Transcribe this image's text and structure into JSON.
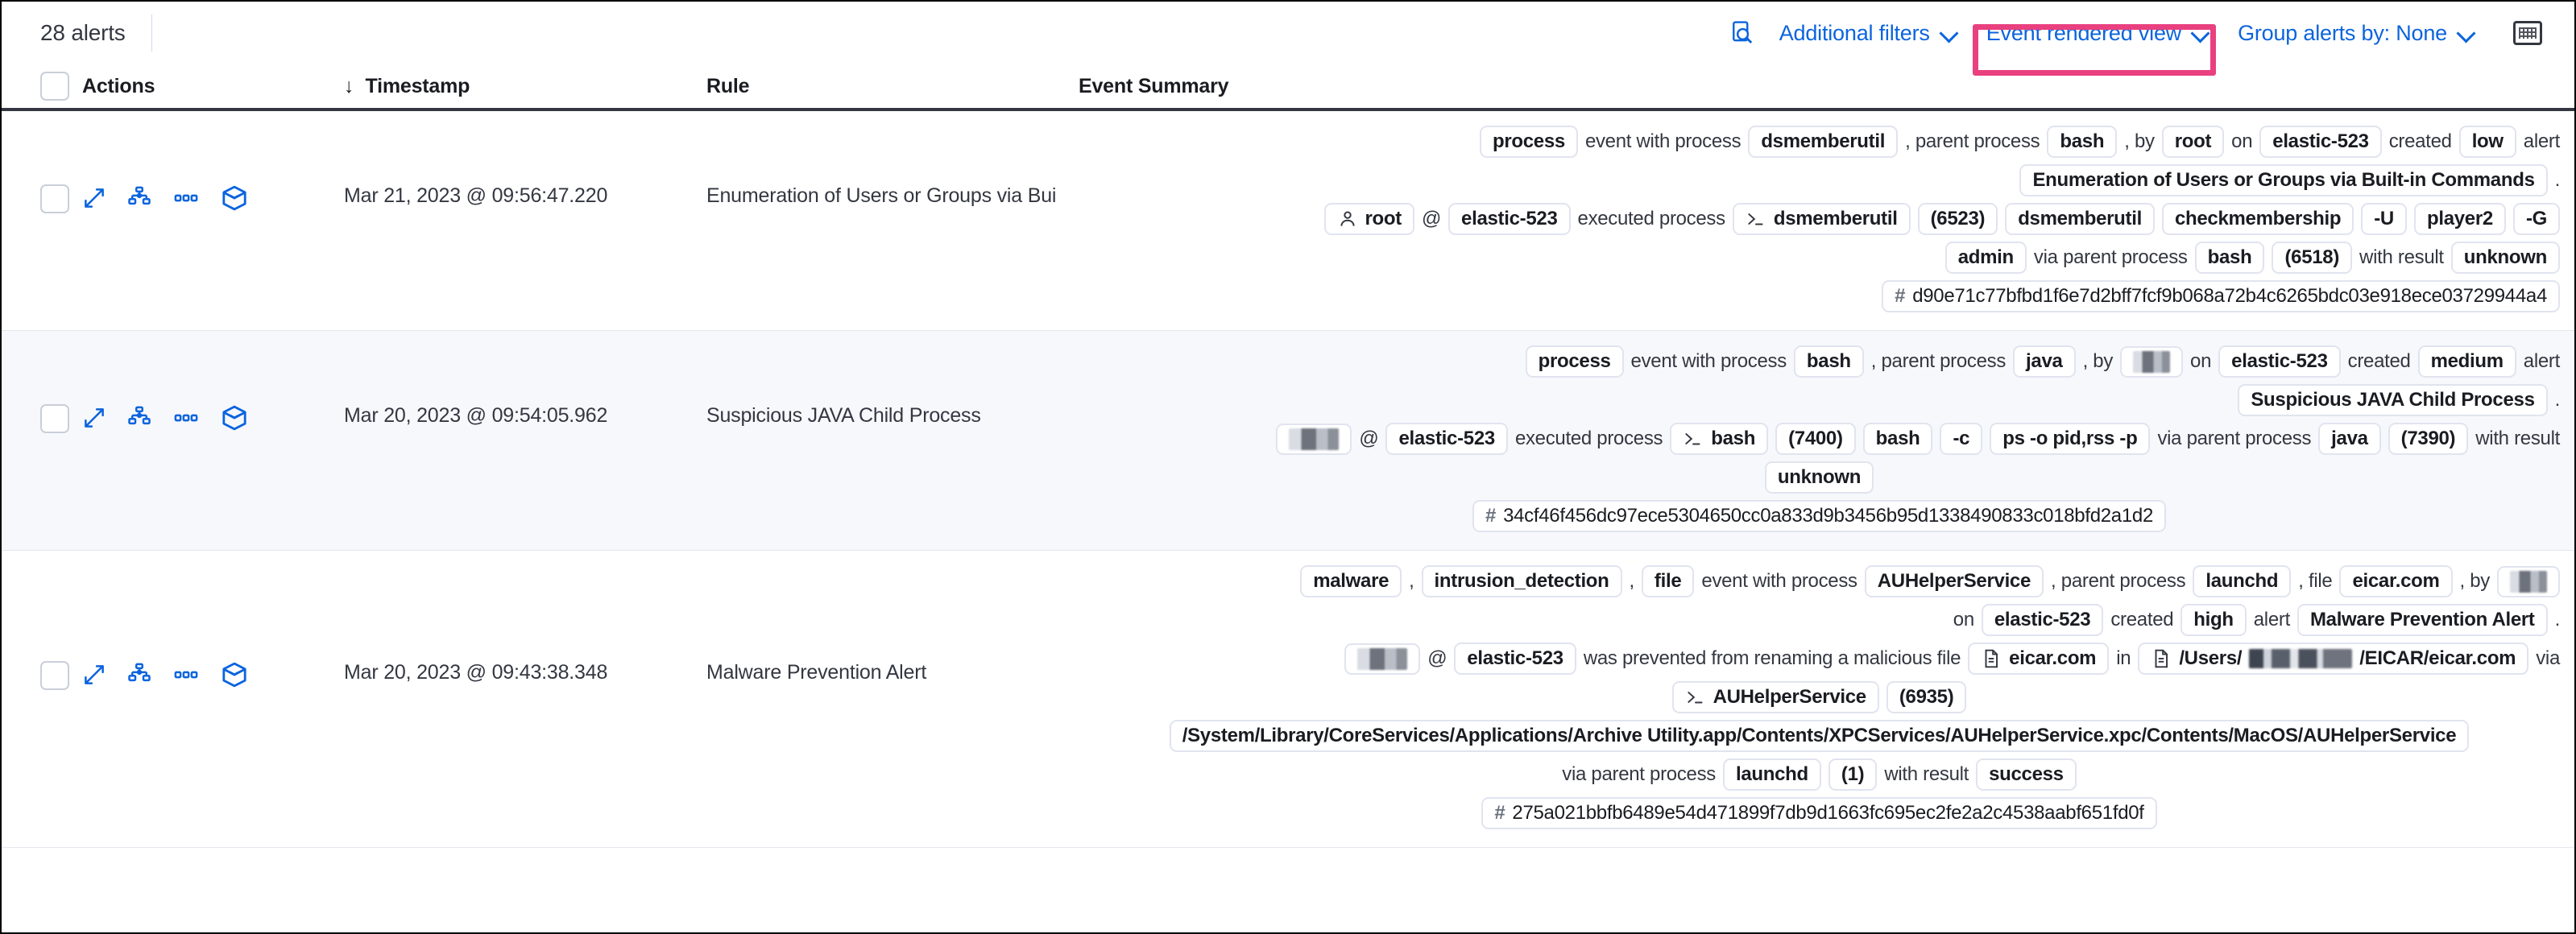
{
  "toolbar": {
    "alert_count": "28 alerts",
    "search_icon": "inspect-search-icon",
    "additional_filters": "Additional filters",
    "event_rendered_view": "Event rendered view",
    "group_alerts_by": "Group alerts by: None",
    "keyboard_icon": "keyboard-shortcuts-icon",
    "highlight_color": "#e9407f",
    "link_color": "#0b64dd"
  },
  "table": {
    "headers": {
      "actions": "Actions",
      "timestamp": "Timestamp",
      "rule": "Rule",
      "event_summary": "Event Summary",
      "sort_arrow": "↓"
    },
    "row_icons": [
      "expand-icon",
      "analyze-event-icon",
      "more-actions-icon",
      "session-view-icon"
    ],
    "rows": [
      {
        "timestamp": "Mar 21, 2023 @ 09:56:47.220",
        "rule": "Enumeration of Users or Groups via Bui",
        "summary_lines": [
          {
            "align": "right",
            "parts": [
              {
                "t": "chip",
                "v": "process"
              },
              {
                "t": "txt",
                "v": "event with process"
              },
              {
                "t": "chip",
                "v": "dsmemberutil"
              },
              {
                "t": "txt",
                "v": ", parent process"
              },
              {
                "t": "chip",
                "v": "bash"
              },
              {
                "t": "txt",
                "v": ", by"
              },
              {
                "t": "chip",
                "v": "root"
              },
              {
                "t": "txt",
                "v": "on"
              },
              {
                "t": "chip",
                "v": "elastic-523"
              },
              {
                "t": "txt",
                "v": "created"
              },
              {
                "t": "chip",
                "v": "low"
              },
              {
                "t": "txt",
                "v": "alert"
              }
            ]
          },
          {
            "align": "right",
            "parts": [
              {
                "t": "chip",
                "v": "Enumeration of Users or Groups via Built-in Commands"
              },
              {
                "t": "txt",
                "v": "."
              }
            ]
          },
          {
            "align": "right",
            "parts": [
              {
                "t": "chip",
                "v": "root",
                "icon": "user-icon"
              },
              {
                "t": "txt",
                "v": "@"
              },
              {
                "t": "chip",
                "v": "elastic-523"
              },
              {
                "t": "txt",
                "v": "executed process"
              },
              {
                "t": "chip",
                "v": "dsmemberutil",
                "icon": "console-icon"
              },
              {
                "t": "chip",
                "v": "(6523)"
              },
              {
                "t": "chip",
                "v": "dsmemberutil"
              },
              {
                "t": "chip",
                "v": "checkmembership"
              },
              {
                "t": "chip",
                "v": "-U"
              },
              {
                "t": "chip",
                "v": "player2"
              },
              {
                "t": "chip",
                "v": "-G"
              }
            ]
          },
          {
            "align": "right",
            "parts": [
              {
                "t": "chip",
                "v": "admin"
              },
              {
                "t": "txt",
                "v": "via parent process"
              },
              {
                "t": "chip",
                "v": "bash"
              },
              {
                "t": "chip",
                "v": "(6518)"
              },
              {
                "t": "txt",
                "v": "with result"
              },
              {
                "t": "chip",
                "v": "unknown"
              }
            ]
          },
          {
            "align": "right",
            "parts": [
              {
                "t": "hash",
                "v": "d90e71c77bfbd1f6e7d2bff7fcf9b068a72b4c6265bdc03e918ece03729944a4"
              }
            ]
          }
        ]
      },
      {
        "timestamp": "Mar 20, 2023 @ 09:54:05.962",
        "rule": "Suspicious JAVA Child Process",
        "summary_lines": [
          {
            "align": "right",
            "parts": [
              {
                "t": "chip",
                "v": "process"
              },
              {
                "t": "txt",
                "v": "event with process"
              },
              {
                "t": "chip",
                "v": "bash"
              },
              {
                "t": "txt",
                "v": ", parent process"
              },
              {
                "t": "chip",
                "v": "java"
              },
              {
                "t": "txt",
                "v": ", by"
              },
              {
                "t": "redact",
                "v": ""
              },
              {
                "t": "txt",
                "v": "on"
              },
              {
                "t": "chip",
                "v": "elastic-523"
              },
              {
                "t": "txt",
                "v": "created"
              },
              {
                "t": "chip",
                "v": "medium"
              },
              {
                "t": "txt",
                "v": "alert"
              }
            ]
          },
          {
            "align": "right",
            "parts": [
              {
                "t": "chip",
                "v": "Suspicious JAVA Child Process"
              },
              {
                "t": "txt",
                "v": "."
              }
            ]
          },
          {
            "align": "right",
            "parts": [
              {
                "t": "redact2",
                "v": ""
              },
              {
                "t": "txt",
                "v": "@"
              },
              {
                "t": "chip",
                "v": "elastic-523"
              },
              {
                "t": "txt",
                "v": "executed process"
              },
              {
                "t": "chip",
                "v": "bash",
                "icon": "console-icon"
              },
              {
                "t": "chip",
                "v": "(7400)"
              },
              {
                "t": "chip",
                "v": "bash"
              },
              {
                "t": "chip",
                "v": "-c"
              },
              {
                "t": "chip",
                "v": "ps -o pid,rss -p"
              },
              {
                "t": "txt",
                "v": "via parent process"
              },
              {
                "t": "chip",
                "v": "java"
              },
              {
                "t": "chip",
                "v": "(7390)"
              },
              {
                "t": "txt",
                "v": "with result"
              }
            ]
          },
          {
            "align": "center",
            "parts": [
              {
                "t": "chip",
                "v": "unknown"
              }
            ]
          },
          {
            "align": "center",
            "parts": [
              {
                "t": "hash",
                "v": "34cf46f456dc97ece5304650cc0a833d9b3456b95d1338490833c018bfd2a1d2"
              }
            ]
          }
        ]
      },
      {
        "timestamp": "Mar 20, 2023 @ 09:43:38.348",
        "rule": "Malware Prevention Alert",
        "summary_lines": [
          {
            "align": "right",
            "parts": [
              {
                "t": "chip",
                "v": "malware"
              },
              {
                "t": "txt",
                "v": ","
              },
              {
                "t": "chip",
                "v": "intrusion_detection"
              },
              {
                "t": "txt",
                "v": ","
              },
              {
                "t": "chip",
                "v": "file"
              },
              {
                "t": "txt",
                "v": "event with process"
              },
              {
                "t": "chip",
                "v": "AUHelperService"
              },
              {
                "t": "txt",
                "v": ", parent process"
              },
              {
                "t": "chip",
                "v": "launchd"
              },
              {
                "t": "txt",
                "v": ", file"
              },
              {
                "t": "chip",
                "v": "eicar.com"
              },
              {
                "t": "txt",
                "v": ", by"
              },
              {
                "t": "redact",
                "v": ""
              }
            ]
          },
          {
            "align": "right",
            "parts": [
              {
                "t": "txt",
                "v": "on"
              },
              {
                "t": "chip",
                "v": "elastic-523"
              },
              {
                "t": "txt",
                "v": "created"
              },
              {
                "t": "chip",
                "v": "high"
              },
              {
                "t": "txt",
                "v": "alert"
              },
              {
                "t": "chip",
                "v": "Malware Prevention Alert"
              },
              {
                "t": "txt",
                "v": "."
              }
            ]
          },
          {
            "align": "right",
            "parts": [
              {
                "t": "redact2",
                "v": ""
              },
              {
                "t": "txt",
                "v": "@"
              },
              {
                "t": "chip",
                "v": "elastic-523"
              },
              {
                "t": "txt",
                "v": "was prevented from renaming a malicious file"
              },
              {
                "t": "chip",
                "v": "eicar.com",
                "icon": "file-icon"
              },
              {
                "t": "txt",
                "v": "in"
              },
              {
                "t": "chippath",
                "v": "/Users/",
                "v2": "/EICAR/eicar.com",
                "icon": "file-icon"
              },
              {
                "t": "txt",
                "v": "via"
              }
            ]
          },
          {
            "align": "center",
            "parts": [
              {
                "t": "chip",
                "v": "AUHelperService",
                "icon": "console-icon"
              },
              {
                "t": "chip",
                "v": "(6935)"
              }
            ]
          },
          {
            "align": "center",
            "parts": [
              {
                "t": "chip",
                "v": "/System/Library/CoreServices/Applications/Archive Utility.app/Contents/XPCServices/AUHelperService.xpc/Contents/MacOS/AUHelperService"
              }
            ]
          },
          {
            "align": "center",
            "parts": [
              {
                "t": "txt",
                "v": "via parent process"
              },
              {
                "t": "chip",
                "v": "launchd"
              },
              {
                "t": "chip",
                "v": "(1)"
              },
              {
                "t": "txt",
                "v": "with result"
              },
              {
                "t": "chip",
                "v": "success"
              }
            ]
          },
          {
            "align": "center",
            "parts": [
              {
                "t": "hash",
                "v": "275a021bbfb6489e54d471899f7db9d1663fc695ec2fe2a2c4538aabf651fd0f"
              }
            ]
          }
        ]
      }
    ]
  }
}
